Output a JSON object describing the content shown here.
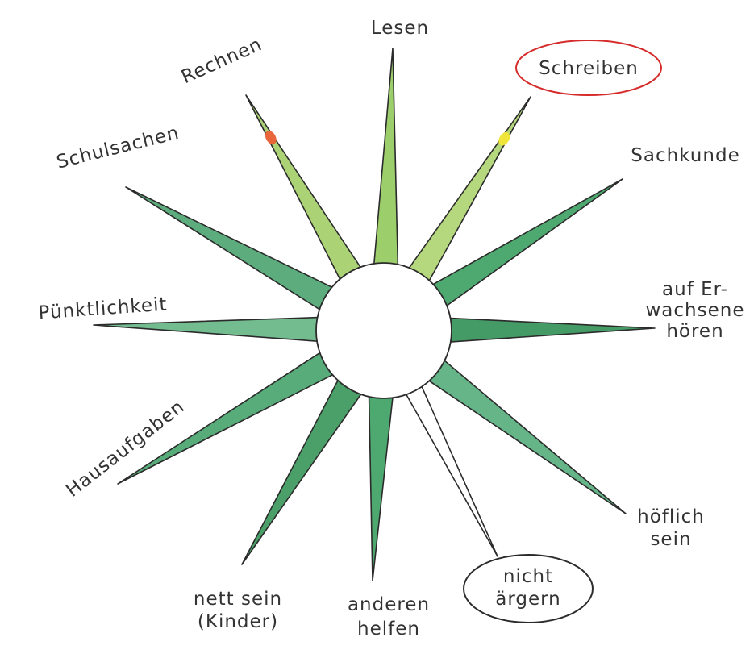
{
  "rays": [
    {
      "key": "lesen",
      "lines": [
        "Lesen"
      ],
      "fill": "#8cc652",
      "marked": false
    },
    {
      "key": "schreiben",
      "lines": [
        "Schreiben"
      ],
      "fill": "#a8d066",
      "marked": true,
      "mark_color": "#d62b2b",
      "dot_color": "#f0e53a"
    },
    {
      "key": "sachkunde",
      "lines": [
        "Sachkunde"
      ],
      "fill": "#2f9a57",
      "marked": false
    },
    {
      "key": "auf-erwachsene-hoeren",
      "lines": [
        "auf Er-",
        "wachsene",
        "hören"
      ],
      "fill": "#238a4a",
      "marked": false
    },
    {
      "key": "hoeflich-sein",
      "lines": [
        "höflich",
        "sein"
      ],
      "fill": "#4aa874",
      "marked": false
    },
    {
      "key": "nicht-aergern",
      "lines": [
        "nicht",
        "ärgern"
      ],
      "fill": "#ffffff",
      "marked": true,
      "mark_color": "#2b2b2b"
    },
    {
      "key": "anderen-helfen",
      "lines": [
        "anderen",
        "helfen"
      ],
      "fill": "#2f9a57",
      "marked": false
    },
    {
      "key": "nett-sein-kinder",
      "lines": [
        "nett sein",
        "(Kinder)"
      ],
      "fill": "#2c8f4f",
      "marked": false
    },
    {
      "key": "hausaufgaben",
      "lines": [
        "Hausaufgaben"
      ],
      "fill": "#3a9e63",
      "marked": false
    },
    {
      "key": "puenktlichkeit",
      "lines": [
        "Pünktlichkeit"
      ],
      "fill": "#5bb07d",
      "marked": false
    },
    {
      "key": "schulsachen",
      "lines": [
        "Schulsachen"
      ],
      "fill": "#3f9e66",
      "marked": false
    },
    {
      "key": "rechnen",
      "lines": [
        "Rechnen"
      ],
      "fill": "#9ccb5e",
      "marked": false,
      "dot_color": "#e8663a"
    }
  ]
}
